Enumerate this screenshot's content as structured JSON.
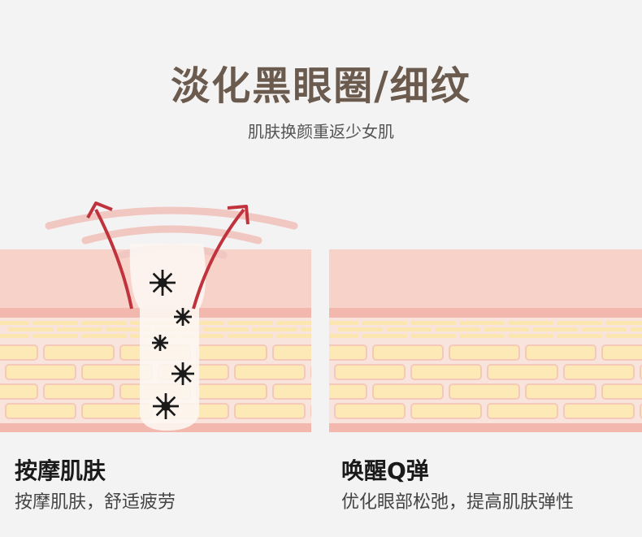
{
  "header": {
    "title": "淡化黑眼圈/细纹",
    "subtitle": "肌肤换颜重返少女肌"
  },
  "left": {
    "title": "按摩肌肤",
    "desc": "按摩肌肤，舒适疲劳"
  },
  "right": {
    "title": "唤醒Q弹",
    "desc": "优化眼部松弛，提高肌肤弹性"
  },
  "colors": {
    "background": "#f4f3f3",
    "title": "#6b5b4e",
    "skin_top": "#f7d7cf",
    "skin_line": "#f1b5ac",
    "fat_yellow": "#fbe9b3",
    "arrow_red": "#c0333d"
  },
  "icons": [
    "starburst-icon",
    "arrow-icon"
  ]
}
